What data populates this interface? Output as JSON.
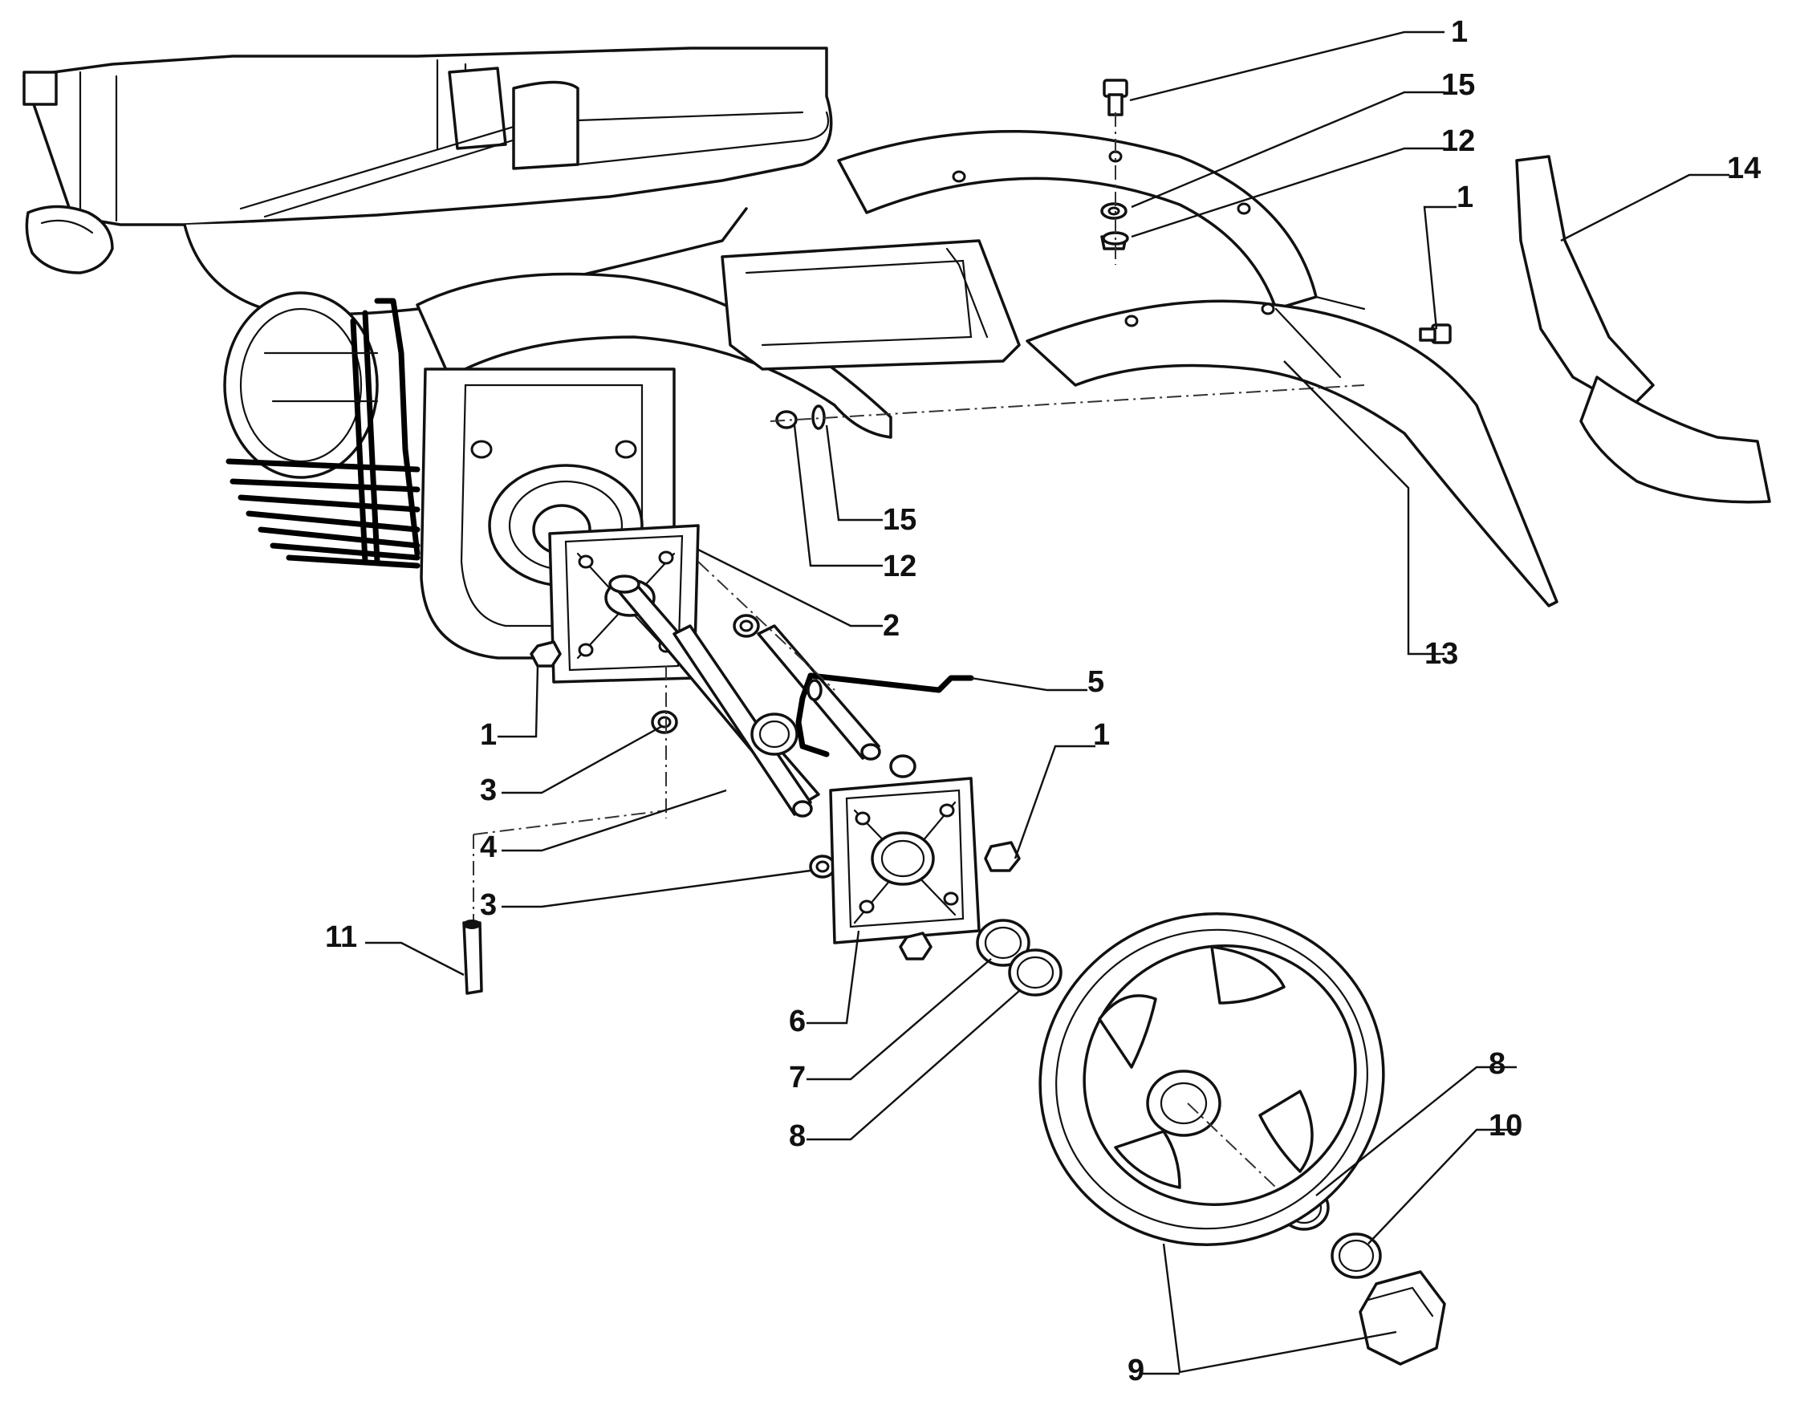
{
  "callouts": [
    {
      "label": "1"
    },
    {
      "label": "15"
    },
    {
      "label": "12"
    },
    {
      "label": "14"
    },
    {
      "label": "1"
    },
    {
      "label": "15"
    },
    {
      "label": "12"
    },
    {
      "label": "2"
    },
    {
      "label": "13"
    },
    {
      "label": "5"
    },
    {
      "label": "1"
    },
    {
      "label": "1"
    },
    {
      "label": "3"
    },
    {
      "label": "4"
    },
    {
      "label": "3"
    },
    {
      "label": "11"
    },
    {
      "label": "6"
    },
    {
      "label": "7"
    },
    {
      "label": "8"
    },
    {
      "label": "8"
    },
    {
      "label": "10"
    },
    {
      "label": "9"
    }
  ]
}
